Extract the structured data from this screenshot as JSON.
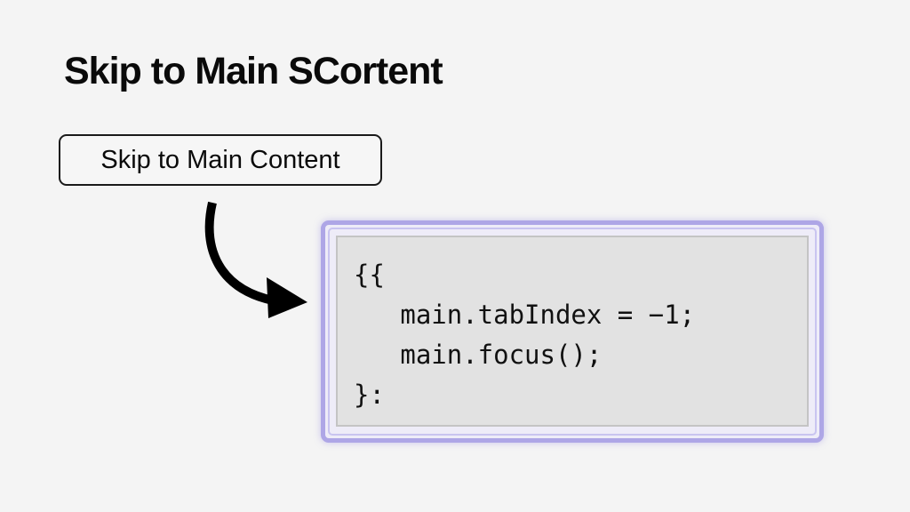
{
  "heading": {
    "text": "Skip to Main SCortent"
  },
  "skip_link": {
    "label": "Skip to Main Content"
  },
  "arrow": {
    "icon": "curved-arrow-right-icon"
  },
  "code_block": {
    "lines": [
      "{{",
      "   main.tabIndex = −1;",
      "   main.focus();",
      "}:"
    ],
    "frame_color": "#aea6e6",
    "panel_color": "#e2e2e2"
  }
}
